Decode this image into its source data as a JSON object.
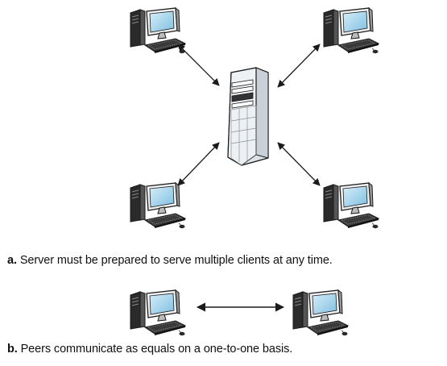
{
  "diagrams": [
    {
      "id": "a",
      "caption_letter": "a.",
      "caption_text": " Server must be prepared to serve multiple clients at any time.",
      "nodes": [
        {
          "role": "server",
          "icon": "server-tower-icon"
        },
        {
          "role": "client",
          "icon": "desktop-computer-icon"
        },
        {
          "role": "client",
          "icon": "desktop-computer-icon"
        },
        {
          "role": "client",
          "icon": "desktop-computer-icon"
        },
        {
          "role": "client",
          "icon": "desktop-computer-icon"
        }
      ],
      "links": "bidirectional"
    },
    {
      "id": "b",
      "caption_letter": "b.",
      "caption_text": " Peers communicate as equals on a one-to-one basis.",
      "nodes": [
        {
          "role": "peer",
          "icon": "desktop-computer-icon"
        },
        {
          "role": "peer",
          "icon": "desktop-computer-icon"
        }
      ],
      "links": "bidirectional"
    }
  ],
  "colors": {
    "outline": "#1a1a1a",
    "screen": "#8ec9e6",
    "screen_light": "#d6eef9",
    "server_body": "#e9edf1",
    "server_shade": "#c9d0d7"
  }
}
